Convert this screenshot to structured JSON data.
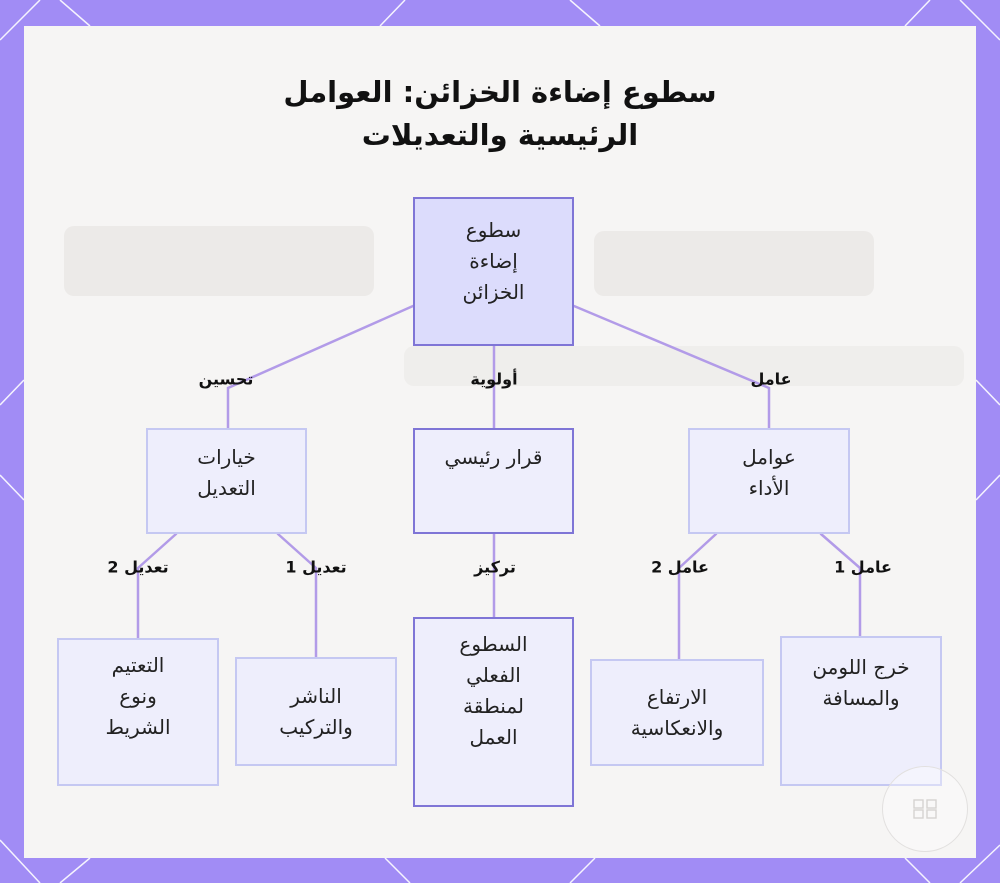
{
  "title": {
    "line1": "سطوع إضاءة الخزائن: العوامل",
    "line2": "الرئيسية والتعديلات"
  },
  "nodes": {
    "root": "سطوع\nإضاءة\nالخزائن",
    "adjustment_options": "خيارات\nالتعديل",
    "key_decision": "قرار رئيسي",
    "performance_factors": "عوامل\nالأداء",
    "dimming": "التعتيم\nونوع\nالشريط",
    "diffuser": "الناشر\nوالتركيب",
    "actual_brightness": "السطوع\nالفعلي\nلمنطقة\nالعمل",
    "height": "الارتفاع\nوالانعكاسية",
    "lumen": "خرج اللومن\nوالمسافة"
  },
  "edge_labels": {
    "improve": "تحسين",
    "priority": "أولوية",
    "factor": "عامل",
    "adjust2": "تعديل 2",
    "adjust1": "تعديل 1",
    "focus": "تركيز",
    "factor2": "عامل 2",
    "factor1": "عامل 1"
  },
  "colors": {
    "frame": "#a18cf5",
    "edge": "#b29be8",
    "node_fill": "#eeeefc",
    "root_fill": "#dcdcfc",
    "border_dark": "#7f75d6",
    "border_light": "#c5c8f2"
  },
  "icons": {
    "badge": "grid-logo-icon"
  }
}
